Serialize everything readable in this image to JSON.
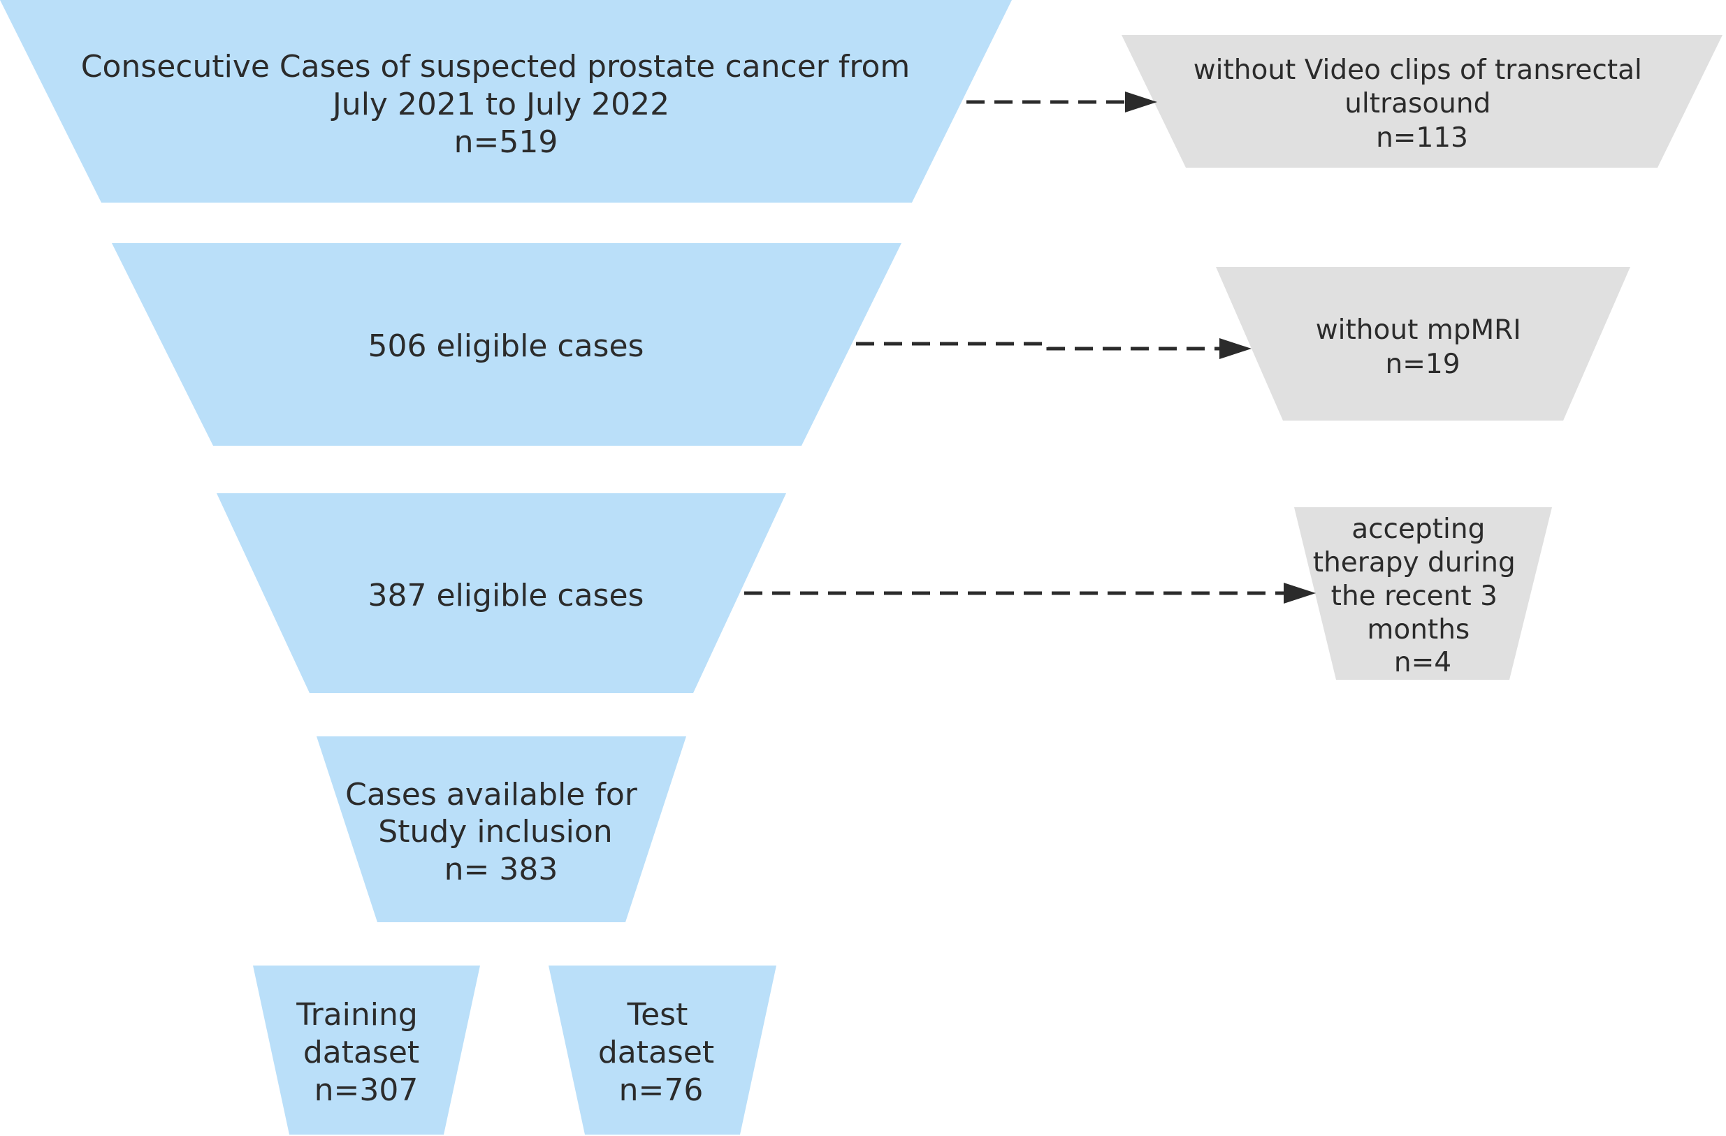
{
  "colors": {
    "included_fill": "#badff9",
    "excluded_fill": "#e0e0e0",
    "text": "#2b2b2b",
    "arrow": "#2b2b2b"
  },
  "funnel": {
    "stage1": {
      "lines": [
        "Consecutive Cases of suspected prostate cancer from",
        "July 2021 to July 2022",
        "n=519"
      ]
    },
    "stage2": {
      "lines": [
        "506 eligible cases"
      ]
    },
    "stage3": {
      "lines": [
        "387 eligible cases"
      ]
    },
    "stage4": {
      "lines": [
        "Cases available for",
        "Study inclusion",
        "n= 383"
      ]
    },
    "training": {
      "lines": [
        "Training",
        "dataset",
        "n=307"
      ]
    },
    "test": {
      "lines": [
        "Test",
        "dataset",
        "n=76"
      ]
    }
  },
  "exclusions": {
    "no_video": {
      "lines": [
        "without Video clips of transrectal",
        "ultrasound",
        "n=113"
      ]
    },
    "no_mpmri": {
      "lines": [
        "without mpMRI",
        "n=19"
      ]
    },
    "therapy": {
      "lines": [
        "accepting",
        "therapy during",
        "the recent 3",
        "months",
        "n=4"
      ]
    }
  }
}
